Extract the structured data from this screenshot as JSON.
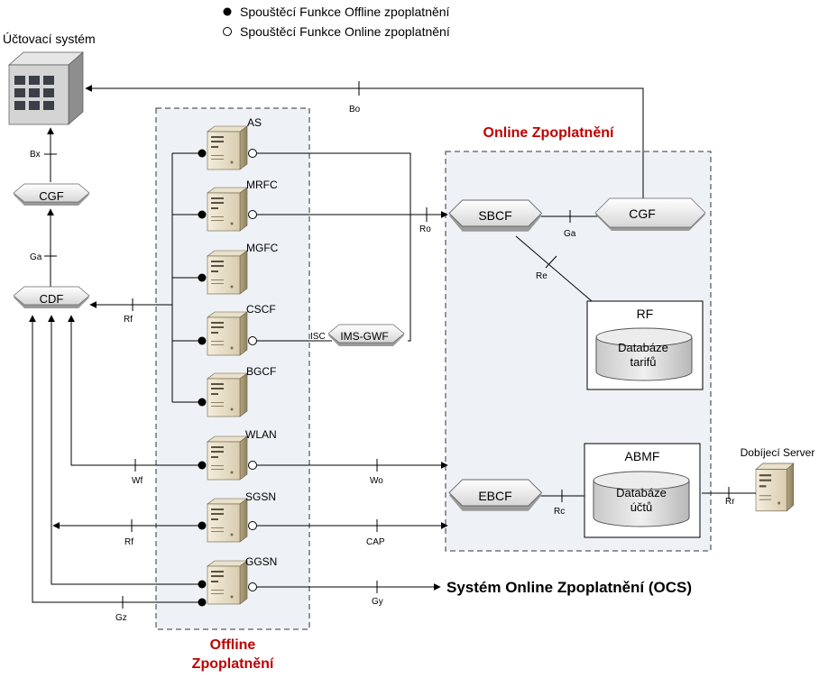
{
  "colors": {
    "accent_red": "#c00000",
    "panel_fill": "#eef1f6",
    "dash": "#333333"
  },
  "legend": {
    "offline": "Spouštěcí Funkce Offline zpoplatnění",
    "online": "Spouštěcí Funkce Online zpoplatnění"
  },
  "billing_system": "Účtovací systém",
  "recharge_server": "Dobíjecí Server",
  "online_title": "Online Zpoplatnění",
  "offline_title_line1": "Offline",
  "offline_title_line2": "Zpoplatnění",
  "ocs": "Systém Online Zpoplatnění (OCS)",
  "nodes": {
    "cgf_left": "CGF",
    "cdf": "CDF",
    "imsgwf": "IMS-GWF",
    "sbcf": "SBCF",
    "cgf_right": "CGF",
    "ebcf": "EBCF",
    "rf_box": "RF",
    "abmf_box": "ABMF",
    "tariff_db_1": "Databáze",
    "tariff_db_2": "tarifů",
    "account_db_1": "Databáze",
    "account_db_2": "účtů"
  },
  "servers": [
    "AS",
    "MRFC",
    "MGFC",
    "CSCF",
    "BGCF",
    "WLAN",
    "SGSN",
    "GGSN"
  ],
  "interfaces": {
    "bo": "Bo",
    "bx": "Bx",
    "ga_left": "Ga",
    "rf_cdf": "Rf",
    "isc": "ISC",
    "ro": "Ro",
    "ga_right": "Ga",
    "re": "Re",
    "wf": "Wf",
    "wo": "Wo",
    "rf_sgsn": "Rf",
    "cap": "CAP",
    "gz": "Gz",
    "gy": "Gy",
    "rc": "Rc",
    "rr": "Rr"
  }
}
